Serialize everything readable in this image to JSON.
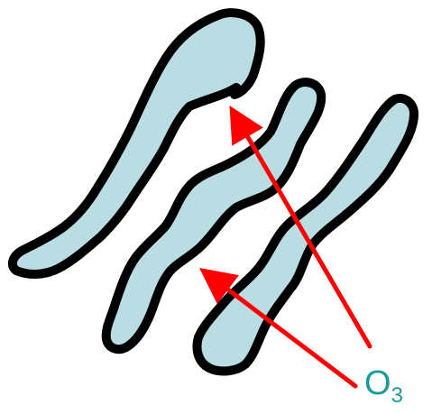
{
  "diagram": {
    "label": {
      "text": "O",
      "subscript": "3"
    },
    "colors": {
      "fiber_fill": "#b9dde3",
      "fiber_outline": "#000000",
      "arrow": "#ff0000",
      "label": "#1a9c9c"
    },
    "fibers": [
      {
        "name": "fiber-left"
      },
      {
        "name": "fiber-middle"
      },
      {
        "name": "fiber-right"
      }
    ],
    "arrows": [
      {
        "name": "arrow-to-left-fiber"
      },
      {
        "name": "arrow-to-middle-fiber"
      }
    ]
  }
}
